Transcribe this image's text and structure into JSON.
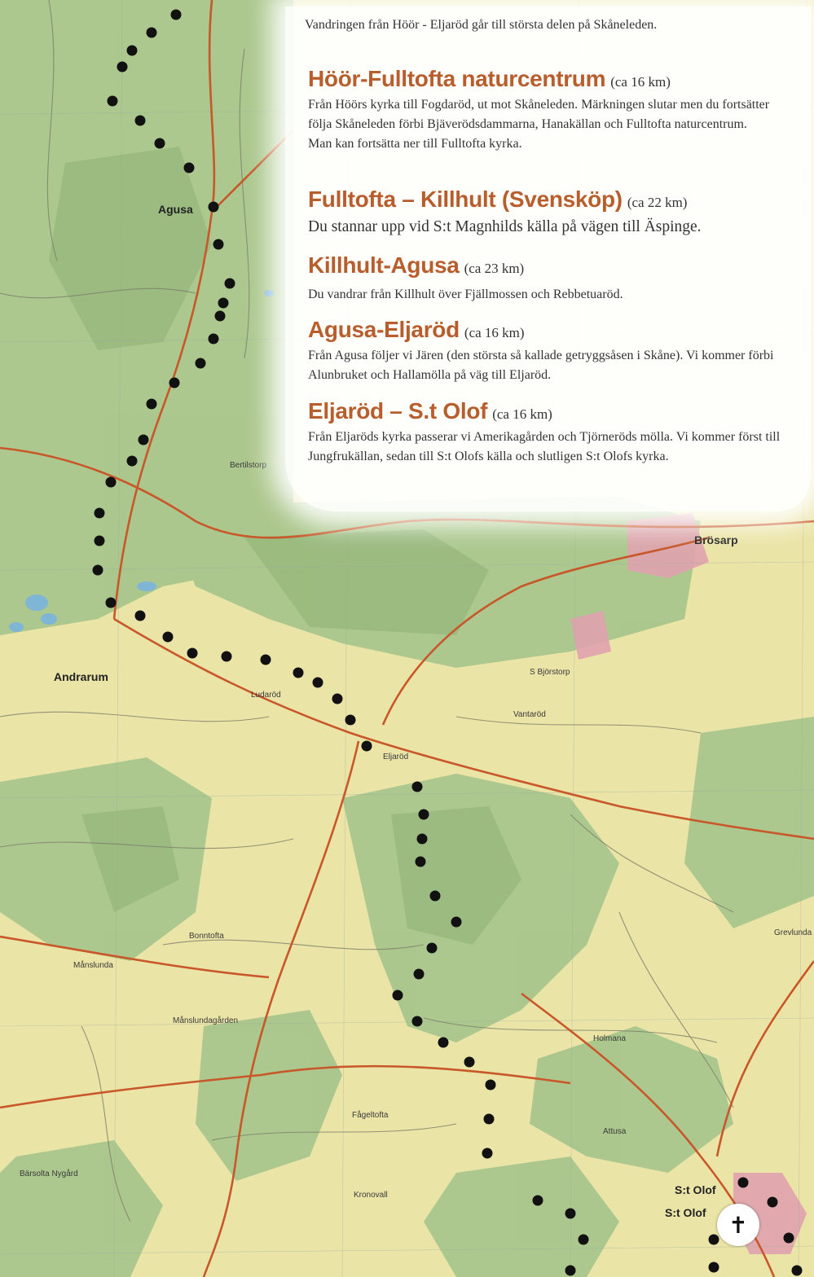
{
  "intro": "Vandringen från Höör - Eljaröd går till största delen på Skåneleden.",
  "routes": [
    {
      "name": "Höör-Fulltofta naturcentrum",
      "distance": "(ca 16 km)",
      "description": "Från Höörs kyrka till Fogdaröd, ut mot Skåneleden. Märkningen slutar men du fortsätter följa Skåneleden förbi Bjäverödsdammarna, Hanakällan och Fulltofta naturcentrum. Man kan fortsätta ner till Fulltofta kyrka."
    },
    {
      "name": "Fulltofta – Killhult (Svensköp)",
      "distance": "(ca 22 km)",
      "description": "Du stannar upp vid S:t Magnhilds källa på vägen till Äspinge."
    },
    {
      "name": "Killhult-Agusa",
      "distance": "(ca 23 km)",
      "description": "Du vandrar från Killhult över Fjällmossen och Rebbetuaröd."
    },
    {
      "name": "Agusa-Eljaröd",
      "distance": "(ca 16 km)",
      "description": "Från Agusa följer vi Jären (den största så kallade getryggsåsen i Skåne). Vi kommer förbi Alunbruket och Hallamölla på väg till Eljaröd."
    },
    {
      "name": "Eljaröd – S.t Olof",
      "distance": "(ca 16 km)",
      "description": "Från Eljaröds kyrka passerar vi Amerikagården och Tjörneröds mölla. Vi kommer först till Jungfrukällan, sedan till S:t Olofs källa och slutligen S:t Olofs kyrka."
    }
  ],
  "places": {
    "agusa": "Agusa",
    "brosarp": "Brösarp",
    "andrarum": "Andrarum",
    "eljarod": "Eljaröd",
    "ludarod": "Ludaröd",
    "bjorstorp": "S Björstorp",
    "bertilstorp": "Bertilstorp",
    "vantarod": "Vantaröd",
    "bonntofta": "Bonntofta",
    "manslunda": "Månslunda",
    "manslundagarden": "Månslundagården",
    "fageltofta": "Fågeltofta",
    "holmana": "Holmana",
    "kronovall": "Kronovall",
    "stolof_1": "S:t Olof",
    "stolof_2": "S:t Olof",
    "grevlunda": "Grevlunda",
    "attusa": "Attusa",
    "barsolta": "Bärsolta Nygård"
  },
  "colors": {
    "heading": "#b85e2d",
    "trail_dot": "#111111",
    "road": "#c8572a",
    "forest": "#a6c48a",
    "field": "#ece4a6"
  },
  "icons": {
    "church": "latin-cross-icon"
  },
  "church_glyph": "✝"
}
